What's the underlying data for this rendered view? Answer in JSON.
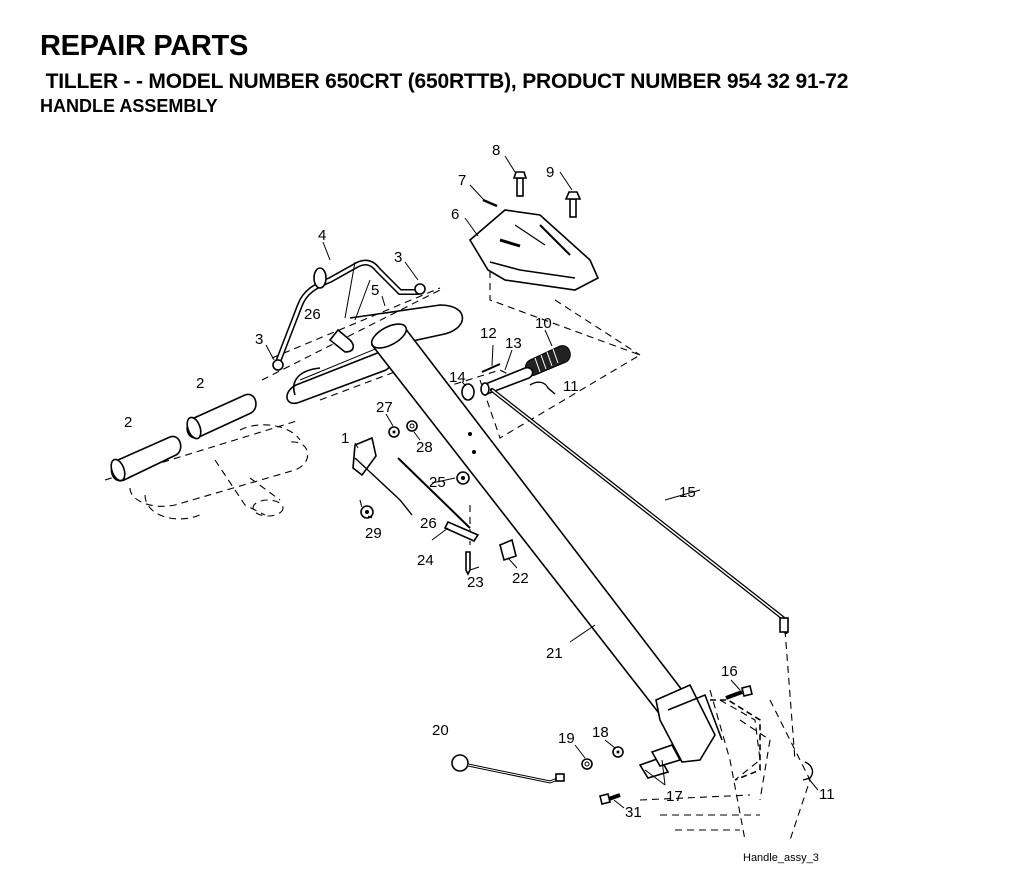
{
  "header": {
    "title": "REPAIR PARTS",
    "subtitle": " TILLER - - MODEL NUMBER 650CRT (650RTTB), PRODUCT NUMBER 954 32 91-72",
    "section": "HANDLE ASSEMBLY"
  },
  "caption": "Handle_assy_3",
  "callouts": [
    "1",
    "2",
    "2",
    "3",
    "3",
    "4",
    "5",
    "6",
    "7",
    "8",
    "9",
    "10",
    "11",
    "11",
    "12",
    "13",
    "14",
    "15",
    "16",
    "17",
    "18",
    "19",
    "20",
    "21",
    "22",
    "23",
    "24",
    "25",
    "26",
    "26",
    "27",
    "28",
    "29",
    "31"
  ]
}
